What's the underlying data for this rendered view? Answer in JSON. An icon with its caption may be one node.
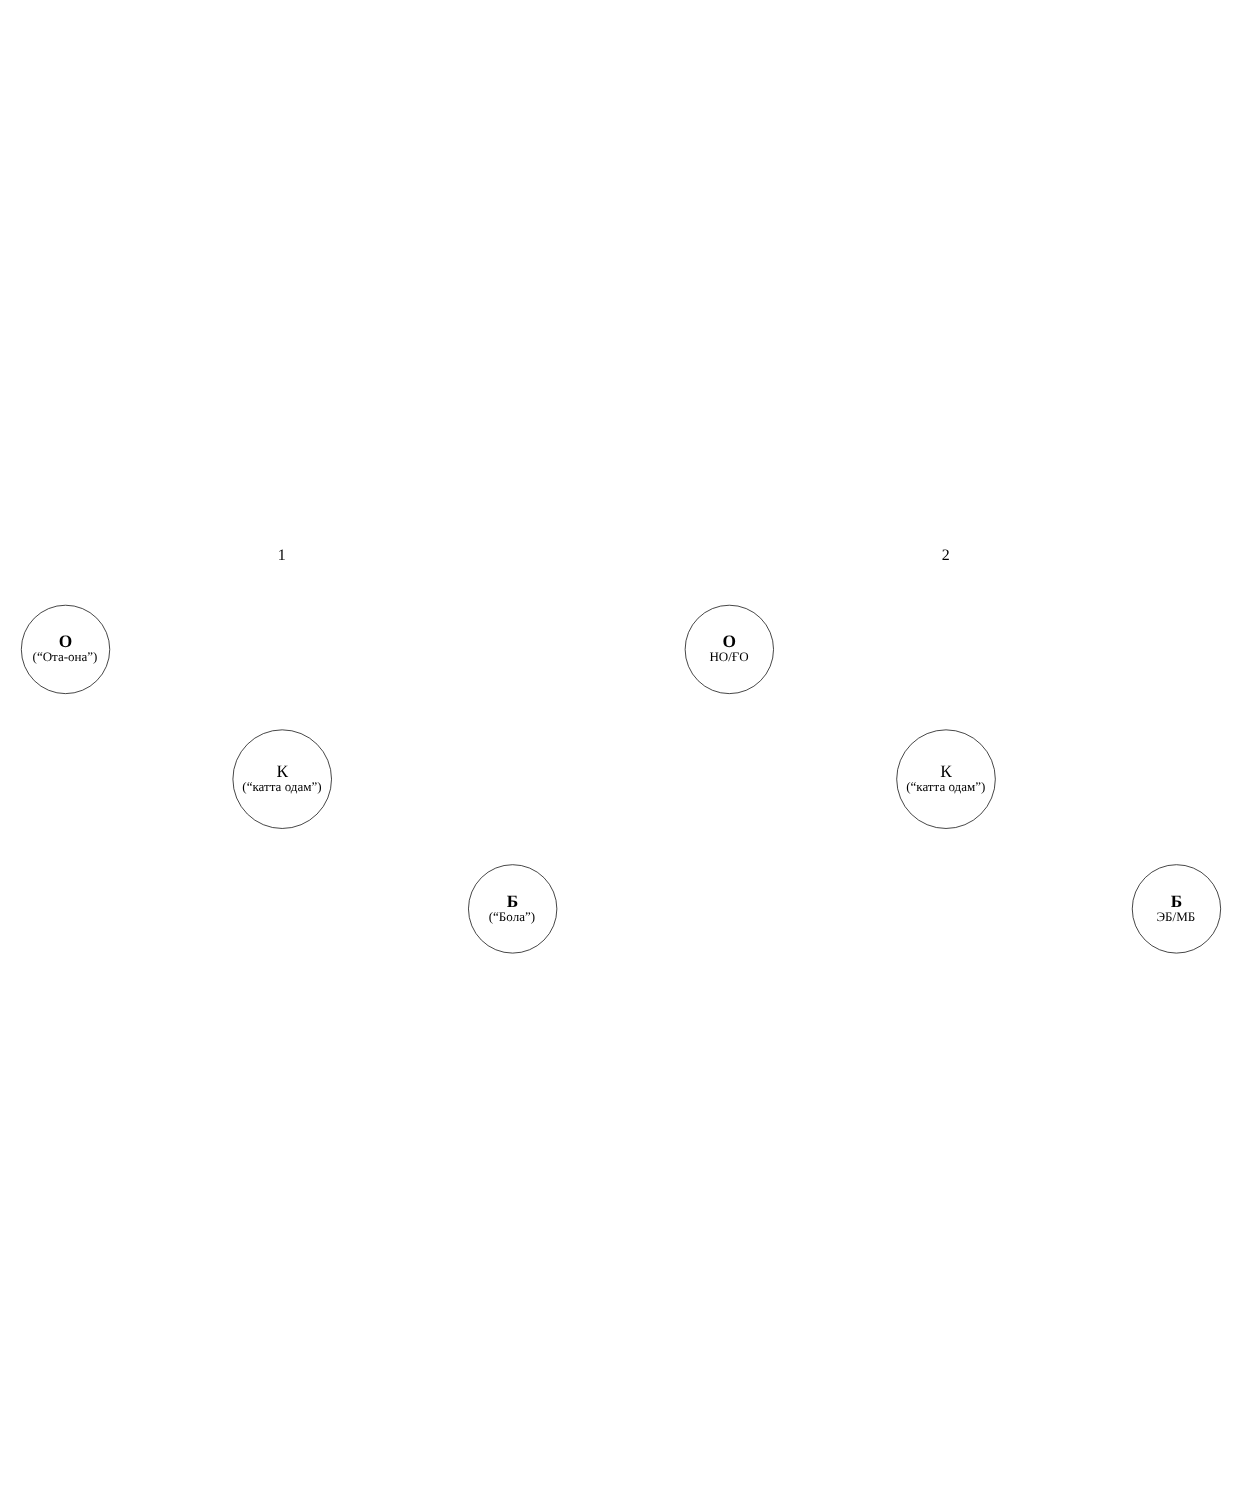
{
  "diagram": {
    "nodes": [
      {
        "text": [
          "О",
          "(“Ота-она”)"
        ]
      },
      {
        "text": [
          "О",
          "НО/ҒО"
        ]
      },
      {
        "text": [
          "К",
          "(“катта одам”)"
        ]
      },
      {
        "text": [
          "К",
          "(“катта одам”)"
        ]
      },
      {
        "text": [
          "Б",
          "(“Бола”)"
        ]
      },
      {
        "text": [
          "Б",
          "ЭБ/МБ"
        ]
      }
    ],
    "labels": [
      "1",
      "2"
    ]
  }
}
